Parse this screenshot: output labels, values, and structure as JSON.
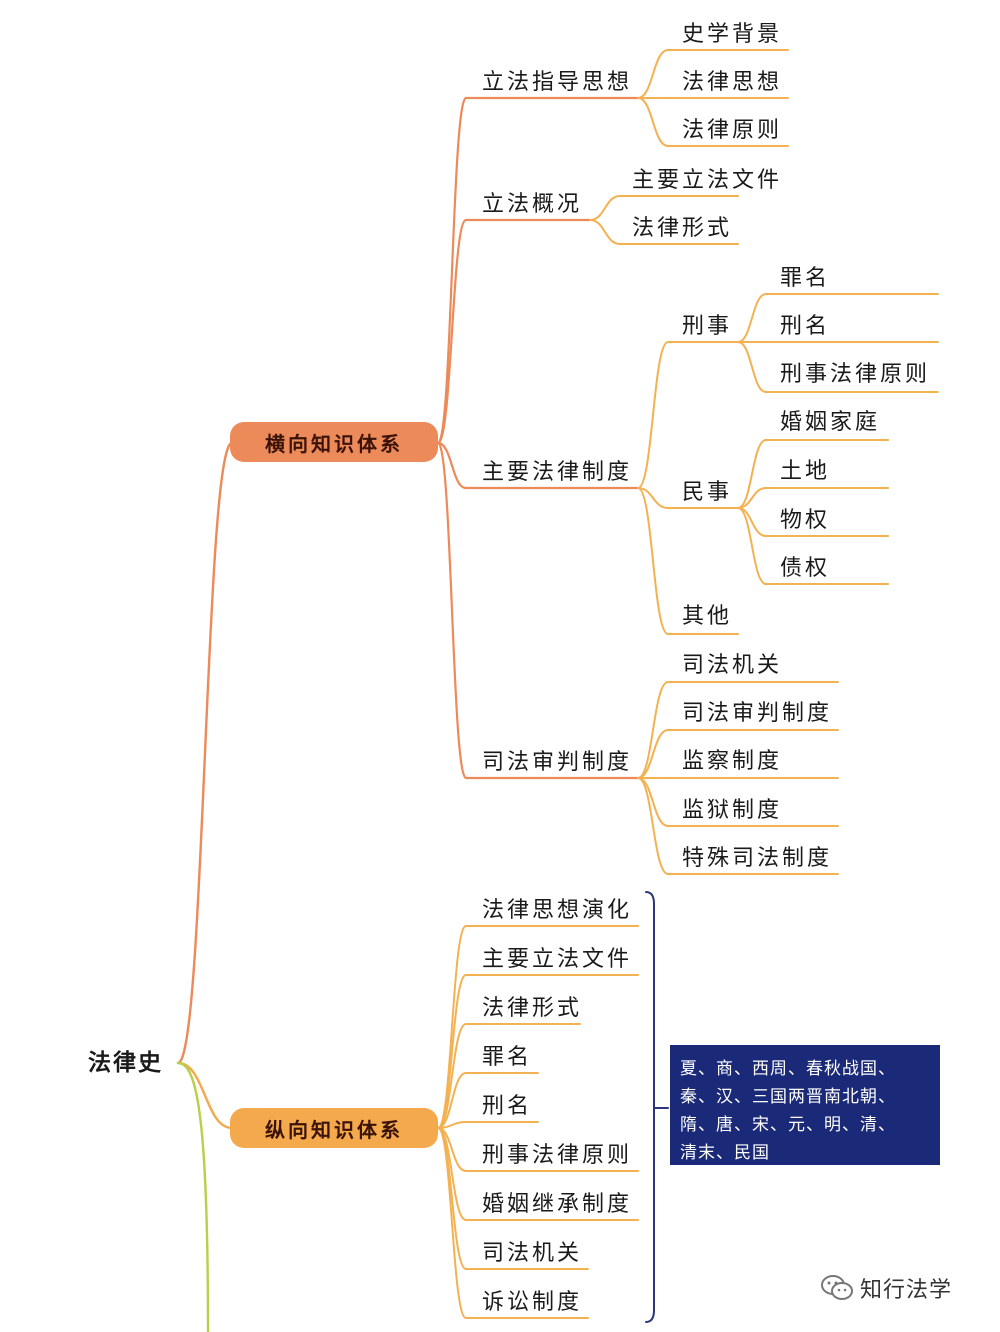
{
  "root": "法律史",
  "horizontal": {
    "label": "横向知识体系",
    "groups": [
      {
        "label": "立法指导思想",
        "children": [
          "史学背景",
          "法律思想",
          "法律原则"
        ]
      },
      {
        "label": "立法概况",
        "children": [
          "主要立法文件",
          "法律形式"
        ]
      },
      {
        "label": "主要法律制度",
        "criminal": {
          "label": "刑事",
          "children": [
            "罪名",
            "刑名",
            "刑事法律原则"
          ]
        },
        "civil": {
          "label": "民事",
          "children": [
            "婚姻家庭",
            "土地",
            "物权",
            "债权"
          ]
        },
        "other": "其他"
      },
      {
        "label": "司法审判制度",
        "children": [
          "司法机关",
          "司法审判制度",
          "监察制度",
          "监狱制度",
          "特殊司法制度"
        ]
      }
    ]
  },
  "vertical": {
    "label": "纵向知识体系",
    "items": [
      "法律思想演化",
      "主要立法文件",
      "法律形式",
      "罪名",
      "刑名",
      "刑事法律原则",
      "婚姻继承制度",
      "司法机关",
      "诉讼制度"
    ],
    "eras": [
      "夏、商、西周、春秋战国、",
      "秦、汉、三国两晋南北朝、",
      "隋、唐、宋、元、明、清、",
      "清末、民国"
    ]
  },
  "watermark": "知行法学",
  "colors": {
    "branch_h": "#ec8a5a",
    "branch_v": "#f3a94c",
    "leaf_line": "#f3b152",
    "root_green": "#b8cf4a",
    "era_box": "#1b2a78"
  }
}
